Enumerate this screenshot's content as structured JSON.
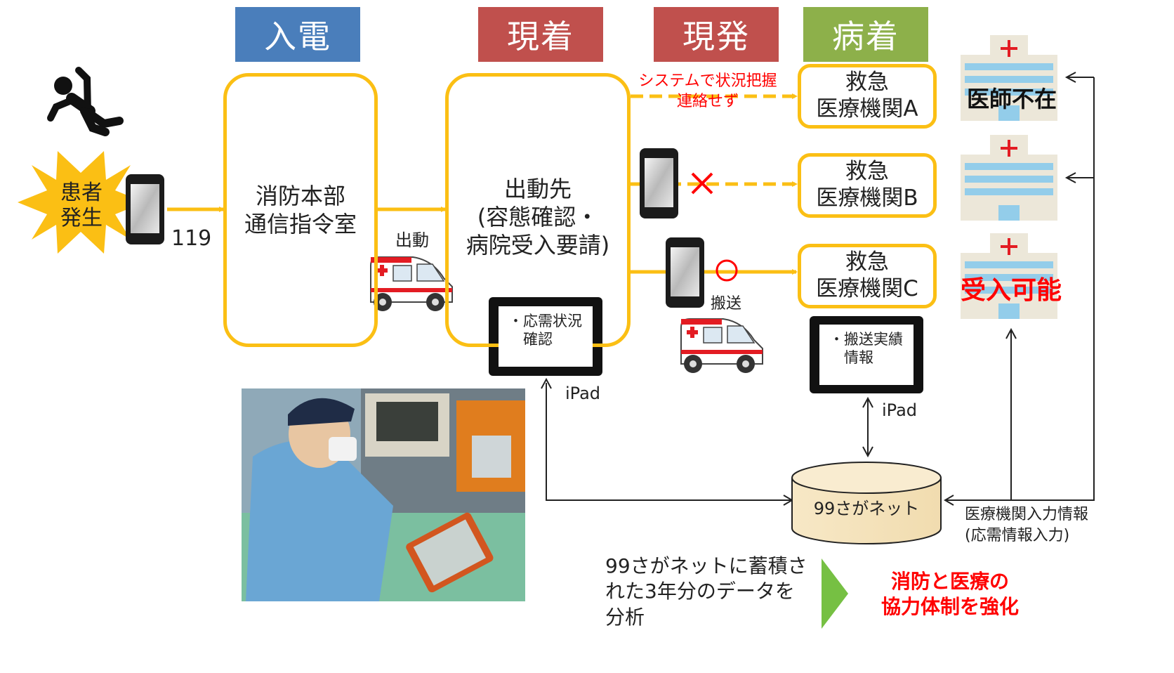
{
  "phases": [
    "入電",
    "現着",
    "現発",
    "病着"
  ],
  "phase_colors": {
    "call": "#4a7ebb",
    "arrive": "#c0504d",
    "depart": "#c0504d",
    "hospital": "#8db04a"
  },
  "accent_color": "#fbbf14",
  "alert_color": "#ff0000",
  "patient": {
    "label": "患者\n発生"
  },
  "call_number": "119",
  "hq": {
    "label": "消防本部\n通信指令室"
  },
  "dispatch_label": "出動",
  "scene": {
    "label": "出動先\n(容態確認・\n病院受入要請)"
  },
  "tablet_left": {
    "screen_text": "・応需状況\n　確認",
    "caption": "iPad"
  },
  "tablet_right": {
    "screen_text": "・搬送実績\n　情報",
    "caption": "iPad"
  },
  "note_red": "システムで状況把握\n連絡せず",
  "transport_label": "搬送",
  "hospitals": [
    {
      "label": "救急\n医療機関A",
      "status": "医師不在",
      "route": "dashed-skip"
    },
    {
      "label": "救急\n医療機関B",
      "status": "",
      "route": "dashed-x"
    },
    {
      "label": "救急\n医療機関C",
      "status": "受入可能",
      "route": "solid-ok"
    }
  ],
  "database": {
    "label": "99さがネット"
  },
  "hospital_input": "医療機関入力情報\n(応需情報入力)",
  "analysis_text": "99さがネットに蓄積さ\nれた3年分のデータを\n分析",
  "conclusion": "消防と医療の\n協力体制を強化",
  "icons": [
    "falling-person-icon",
    "smartphone-icon",
    "ambulance-icon",
    "tablet-icon",
    "hospital-building-icon",
    "database-icon",
    "red-cross-icon",
    "x-mark-icon",
    "circle-ok-icon",
    "chevron-right-icon"
  ]
}
